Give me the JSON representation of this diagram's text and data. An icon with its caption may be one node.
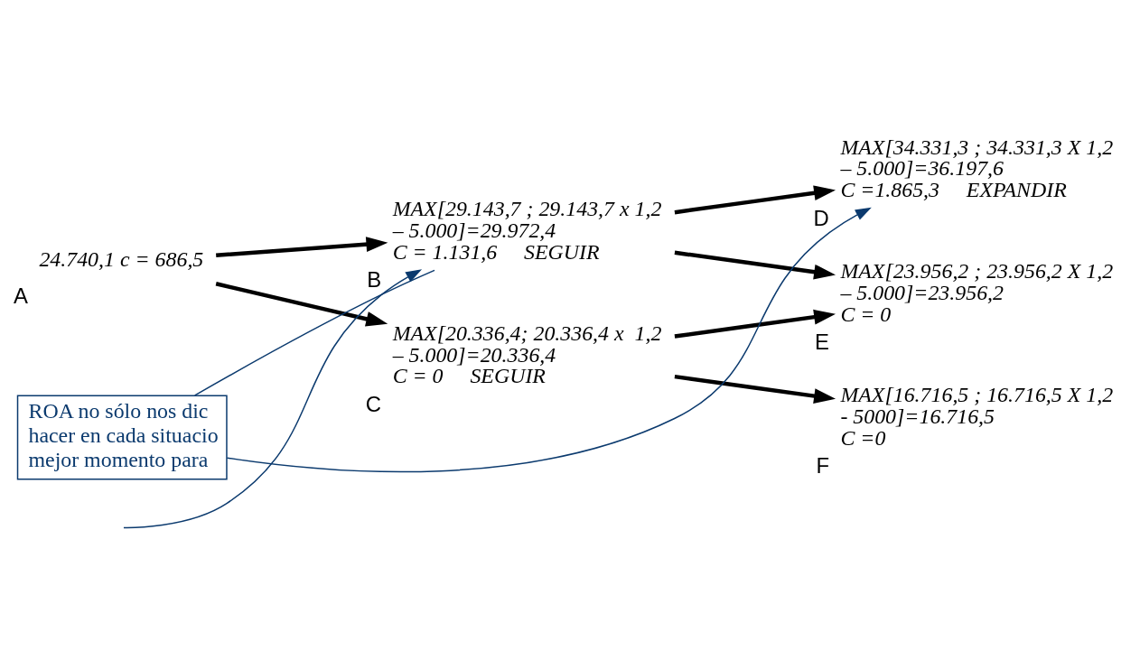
{
  "diagram": {
    "nodes": [
      {
        "text": [
          "24.740,1 c = 686,5"
        ],
        "beside": [
          "A"
        ]
      },
      {
        "text": [
          "MAX[29.143,7 ; 29.143,7 x 1,2 – 5.000]=29.972,4",
          "C = 1.131,6     SEGUIR"
        ],
        "beside": [
          "B"
        ]
      },
      {
        "text": [
          "MAX[20.336,4; 20.336,4 x  1,2 – 5.000]=20.336,4",
          "C = 0     SEGUIR"
        ],
        "beside": [
          "C"
        ]
      },
      {
        "text": [
          "MAX[34.331,3 ; 34.331,3 X 1,2 – 5.000]=36.197,6",
          "C =1.865,3     EXPANDIR"
        ],
        "beside": [
          "D"
        ]
      },
      {
        "text": [
          "MAX[23.956,2 ; 23.956,2 X 1,2 – 5.000]=23.956,2",
          "C = 0"
        ],
        "beside": [
          "E"
        ]
      },
      {
        "text": [
          "MAX[16.716,5 ; 16.716,5 X 1,2 - 5000]=16.716,5",
          "C =0"
        ],
        "beside": [
          "F"
        ]
      },
      {
        "text": [
          "ROA no sólo nos dic hacer en cada situacio mejor momento para"
        ]
      }
    ],
    "edges": [
      {
        "from": 0,
        "to": 1,
        "arrow": "to"
      },
      {
        "from": 0,
        "to": 2,
        "arrow": "to"
      },
      {
        "from": 1,
        "to": 3,
        "arrow": "to"
      },
      {
        "from": 1,
        "to": 4,
        "arrow": "to"
      },
      {
        "from": 2,
        "to": 4,
        "arrow": "to"
      },
      {
        "from": 2,
        "to": 5,
        "arrow": "to"
      },
      {
        "from": 6,
        "to": 1,
        "arrow": "none",
        "color": "#0b3a6e"
      },
      {
        "from": 6,
        "to": 3,
        "arrow": "to",
        "color": "#0b3a6e"
      },
      {
        "from": null,
        "to": 1,
        "arrow": "to",
        "color": "#0b3a6e"
      }
    ]
  }
}
